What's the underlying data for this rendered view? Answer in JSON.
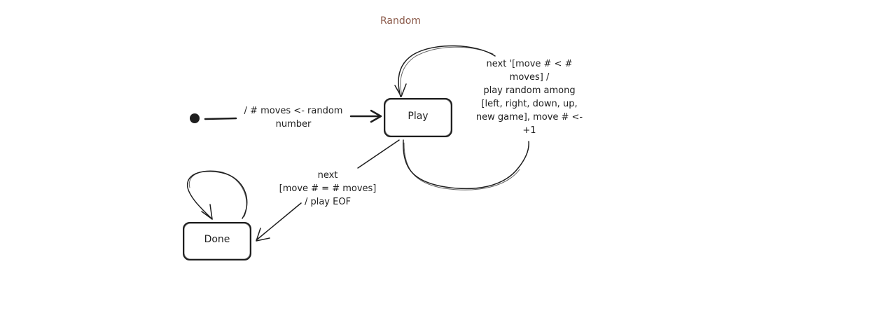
{
  "diagram": {
    "title": "Random",
    "states": {
      "play": "Play",
      "done": "Done"
    },
    "transitions": {
      "initial": "/ # moves <- random\nnumber",
      "next_random": "next '[move # < #\nmoves] /\nplay random among\n[left, right, down, up,\nnew game], move # <-\n+1",
      "next_done": "next\n[move # = # moves]\n/ play EOF"
    }
  },
  "colors": {
    "ink": "#1e1e1e",
    "title": "#8b5a4a"
  }
}
